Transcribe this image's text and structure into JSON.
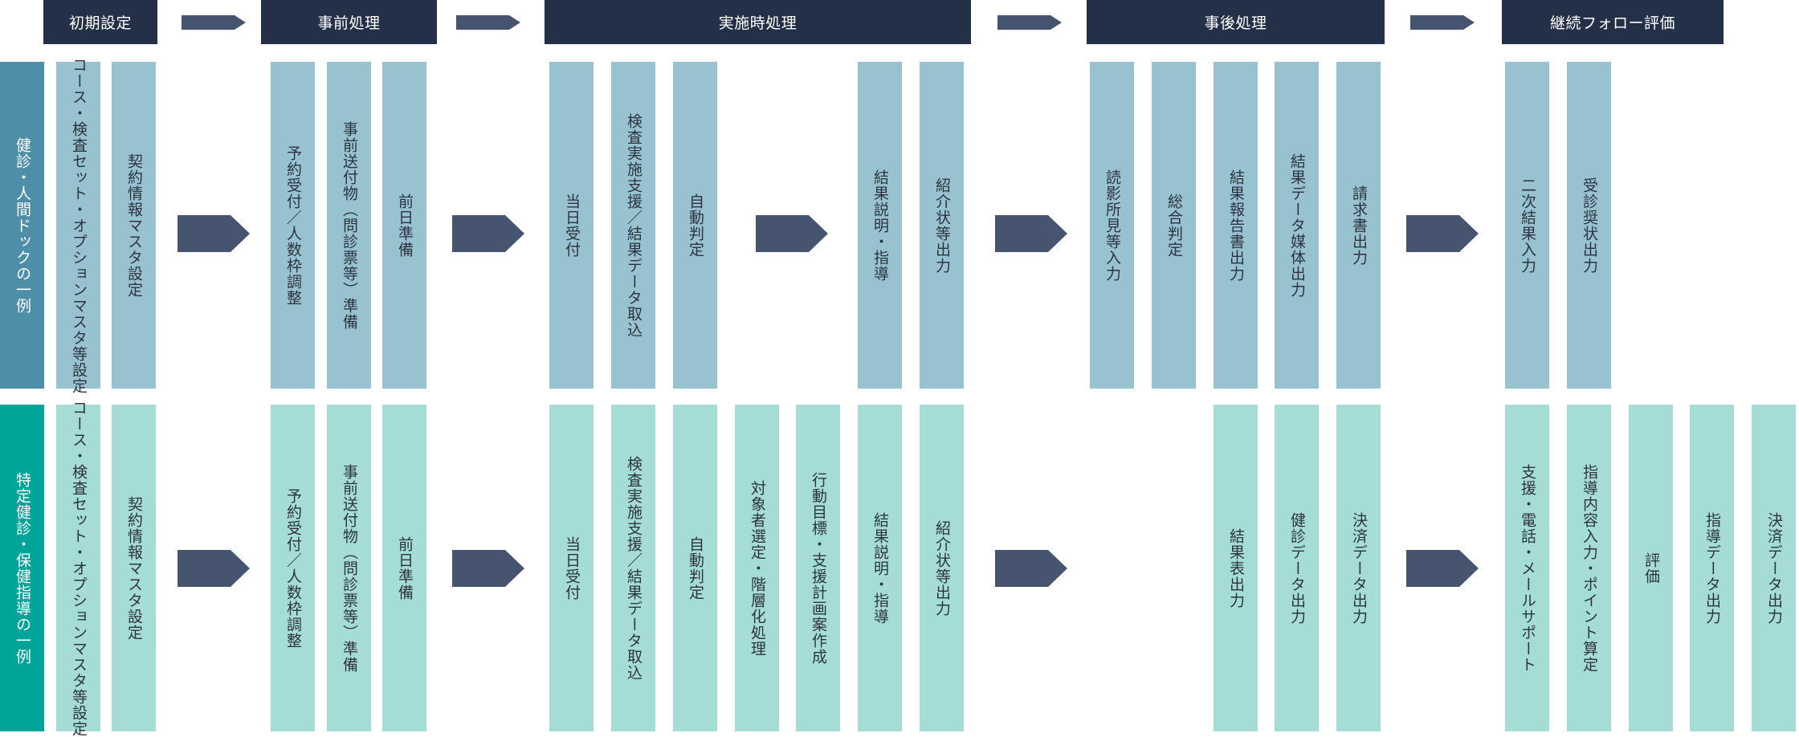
{
  "phases": [
    {
      "label": "初期設定"
    },
    {
      "label": "事前処理"
    },
    {
      "label": "実施時処理"
    },
    {
      "label": "事後処理"
    },
    {
      "label": "継続フォロー評価"
    }
  ],
  "rows": [
    {
      "label": "健診・人間ドックの一例",
      "items": [
        "コース・検査セット・オプションマスタ等設定",
        "契約情報マスタ設定",
        "予約受付／人数枠調整",
        "事前送付物（問診票等）準備",
        "前日準備",
        "当日受付",
        "検査実施支援／結果データ取込",
        "自動判定",
        "結果説明・指導",
        "紹介状等出力",
        "読影所見等入力",
        "総合判定",
        "結果報告書出力",
        "結果データ媒体出力",
        "請求書出力",
        "二次結果入力",
        "受診奨状出力"
      ]
    },
    {
      "label": "特定健診・保健指導の一例",
      "items": [
        "コース・検査セット・オプションマスタ等設定",
        "契約情報マスタ設定",
        "予約受付／人数枠調整",
        "事前送付物（問診票等）準備",
        "前日準備",
        "当日受付",
        "検査実施支援／結果データ取込",
        "自動判定",
        "対象者選定・階層化処理",
        "行動目標・支援計画案作成",
        "結果説明・指導",
        "紹介状等出力",
        "結果表出力",
        "健診データ出力",
        "決済データ出力",
        "支援・電話・メールサポート",
        "指導内容入力・ポイント算定",
        "評価",
        "指導データ出力",
        "決済データ出力"
      ]
    }
  ],
  "colors": {
    "header": "#243048",
    "arrow": "#465470",
    "row1_label": "#4f8ea8",
    "row1_item": "#98c2cf",
    "row2_label": "#00a499",
    "row2_item": "#a5dcd5"
  }
}
